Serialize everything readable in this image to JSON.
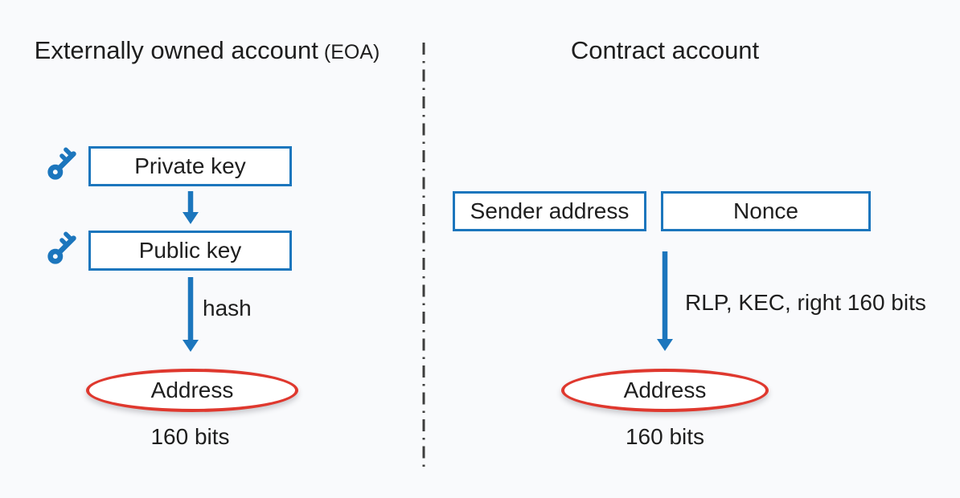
{
  "colors": {
    "blue": "#1c76bd",
    "red": "#df382e",
    "text": "#1e1e1e",
    "divider": "#3d3d3d",
    "bg": "#f9fafc",
    "box_bg": "#ffffff"
  },
  "left": {
    "title": "Externally owned account",
    "title_suffix": "(EOA)",
    "boxes": [
      {
        "label": "Private key"
      },
      {
        "label": "Public key"
      }
    ],
    "hash_label": "hash",
    "ellipse_label": "Address",
    "bits_label": "160 bits",
    "key_icon": "key-icon"
  },
  "right": {
    "title": "Contract account",
    "boxes": [
      {
        "label": "Sender address"
      },
      {
        "label": "Nonce"
      }
    ],
    "arrow_label": "RLP, KEC, right 160 bits",
    "ellipse_label": "Address",
    "bits_label": "160 bits"
  }
}
